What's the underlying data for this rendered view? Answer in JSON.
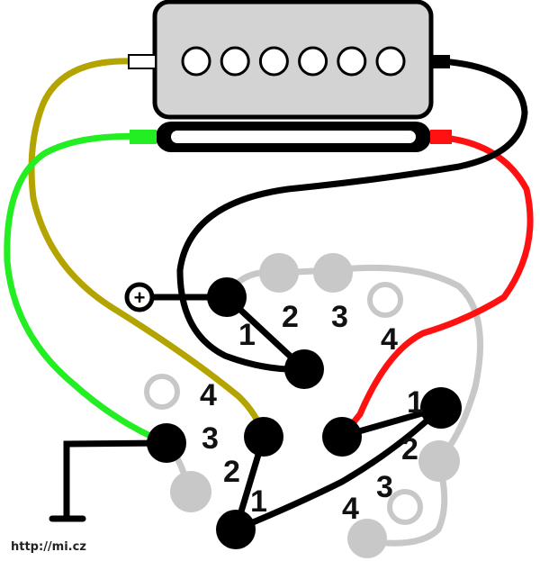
{
  "credit": "http://mi.cz",
  "switch_left": {
    "labels": [
      "1",
      "2",
      "3",
      "4"
    ]
  },
  "switch_right": {
    "labels": [
      "1",
      "2",
      "3",
      "4"
    ]
  },
  "switch_bottom_left": {
    "labels": [
      "1",
      "2",
      "3",
      "4"
    ]
  },
  "plus_symbol": "+",
  "pickup": {
    "pole_count": 6
  },
  "colors": {
    "wire_yellow": "#b3a400",
    "wire_green": "#22ee22",
    "wire_red": "#ff1111",
    "wire_black": "#000000",
    "wire_gray": "#c8c8c8",
    "pickup_body": "#d3d3d3",
    "terminal_active": "#000000",
    "terminal_inactive": "#c8c8c8"
  }
}
